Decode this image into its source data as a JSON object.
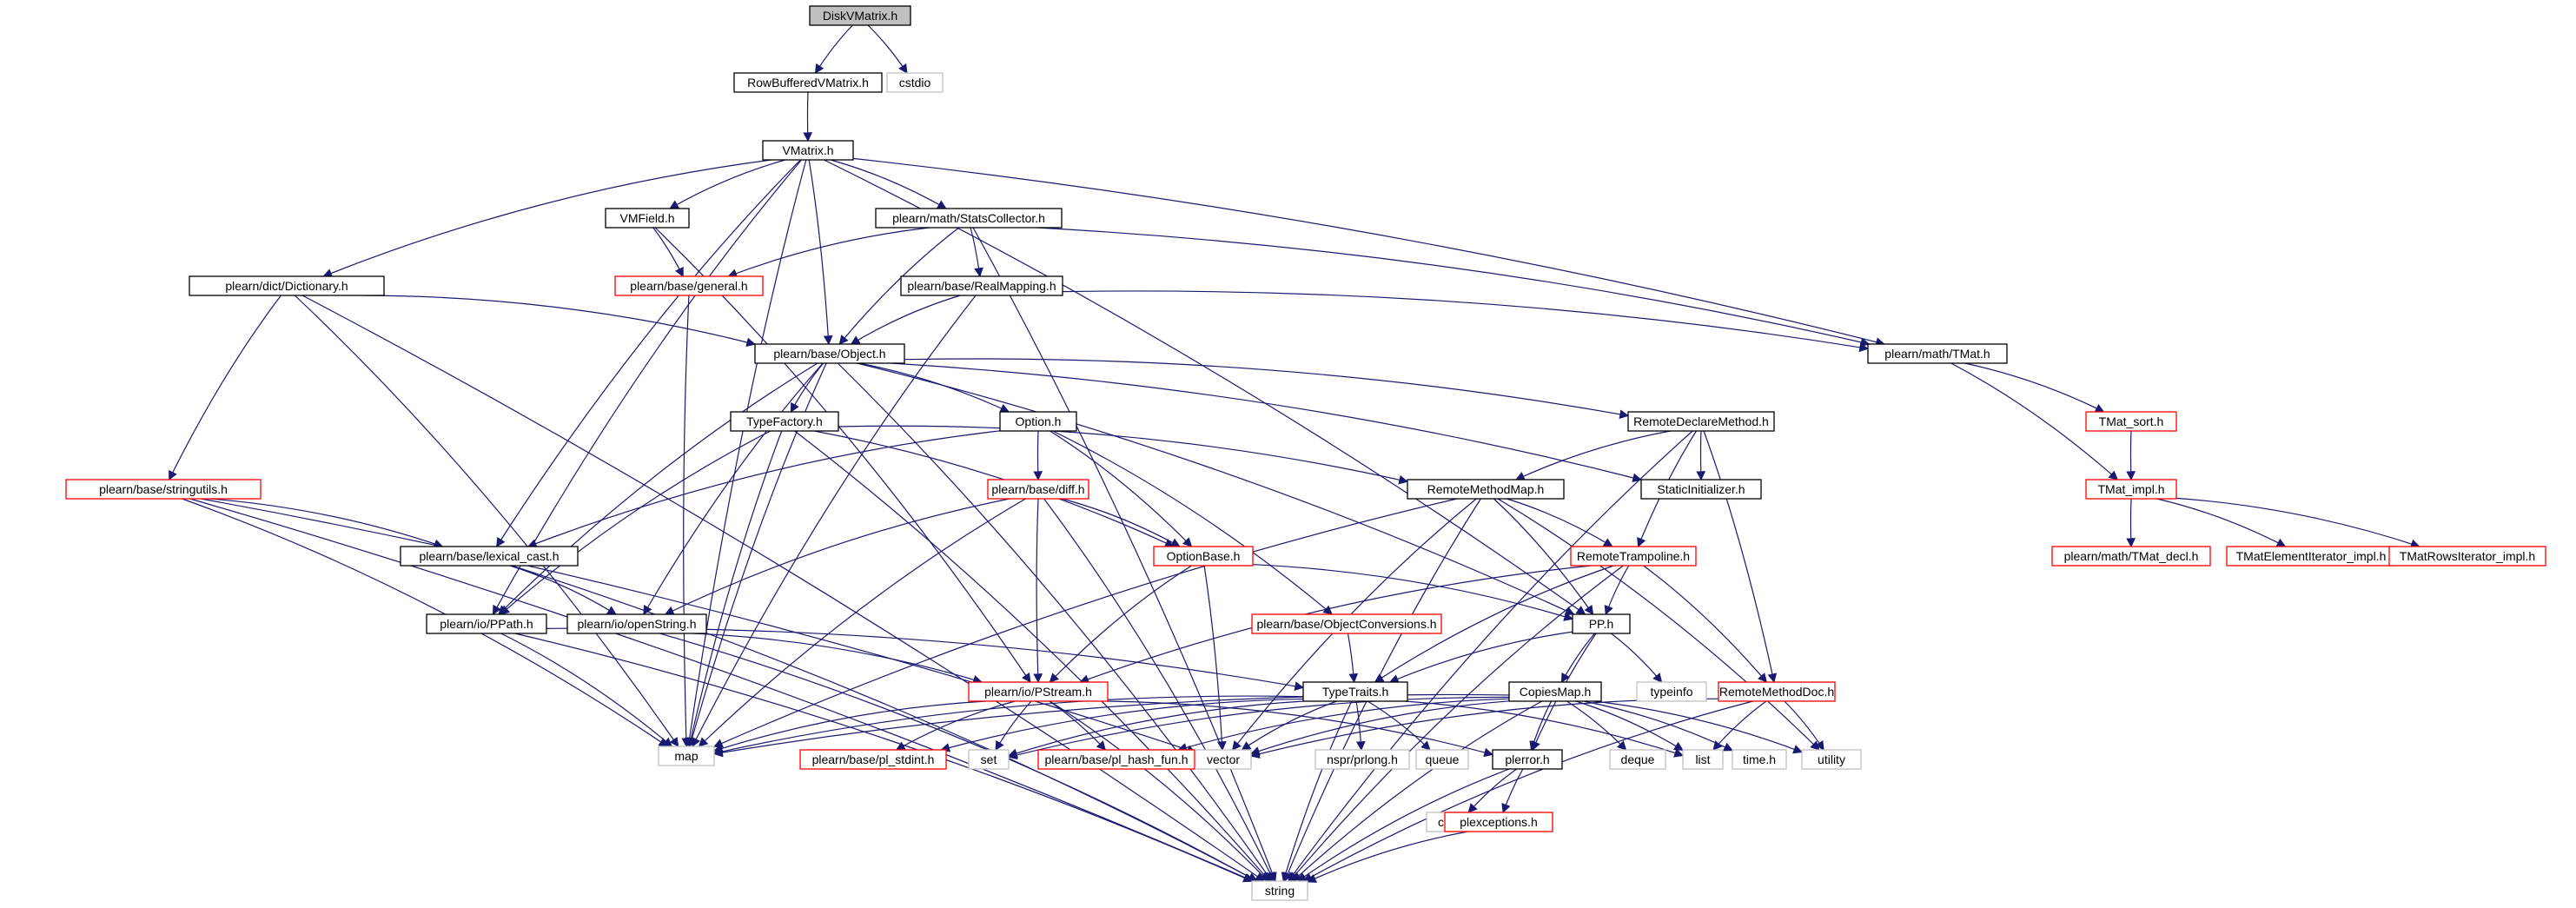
{
  "graph": {
    "title": "DiskVMatrix.h",
    "colors": {
      "edge": "#191970",
      "box_normal": "#000000",
      "box_red": "#ff0000",
      "box_gray": "#bfbfbf",
      "root_fill": "#bfbfbf",
      "box_fill": "#ffffff"
    },
    "nodes": [
      {
        "id": "diskvmatrix",
        "label": "DiskVMatrix.h",
        "kind": "root"
      },
      {
        "id": "rowbuffered",
        "label": "RowBufferedVMatrix.h",
        "kind": "normal"
      },
      {
        "id": "cstdio",
        "label": "cstdio",
        "kind": "system"
      },
      {
        "id": "vmatrix",
        "label": "VMatrix.h",
        "kind": "normal"
      },
      {
        "id": "vmfield",
        "label": "VMField.h",
        "kind": "normal"
      },
      {
        "id": "statscollector",
        "label": "plearn/math/StatsCollector.h",
        "kind": "normal"
      },
      {
        "id": "dictionary",
        "label": "plearn/dict/Dictionary.h",
        "kind": "normal"
      },
      {
        "id": "general",
        "label": "plearn/base/general.h",
        "kind": "red"
      },
      {
        "id": "realmapping",
        "label": "plearn/base/RealMapping.h",
        "kind": "normal"
      },
      {
        "id": "object",
        "label": "plearn/base/Object.h",
        "kind": "normal"
      },
      {
        "id": "tmat",
        "label": "plearn/math/TMat.h",
        "kind": "normal"
      },
      {
        "id": "typefactory",
        "label": "TypeFactory.h",
        "kind": "normal"
      },
      {
        "id": "option",
        "label": "Option.h",
        "kind": "normal"
      },
      {
        "id": "remotedeclare",
        "label": "RemoteDeclareMethod.h",
        "kind": "normal"
      },
      {
        "id": "tmatsort",
        "label": "TMat_sort.h",
        "kind": "red"
      },
      {
        "id": "stringutils",
        "label": "plearn/base/stringutils.h",
        "kind": "red"
      },
      {
        "id": "diff",
        "label": "plearn/base/diff.h",
        "kind": "red"
      },
      {
        "id": "remotemethodmap",
        "label": "RemoteMethodMap.h",
        "kind": "normal"
      },
      {
        "id": "staticinit",
        "label": "StaticInitializer.h",
        "kind": "normal"
      },
      {
        "id": "tmatimpl",
        "label": "TMat_impl.h",
        "kind": "red"
      },
      {
        "id": "lexicalcast",
        "label": "plearn/base/lexical_cast.h",
        "kind": "normal"
      },
      {
        "id": "optionbase",
        "label": "OptionBase.h",
        "kind": "red"
      },
      {
        "id": "remotetramp",
        "label": "RemoteTrampoline.h",
        "kind": "red"
      },
      {
        "id": "tmatdecl",
        "label": "plearn/math/TMat_decl.h",
        "kind": "red"
      },
      {
        "id": "tmatelem",
        "label": "TMatElementIterator_impl.h",
        "kind": "red"
      },
      {
        "id": "tmatrows",
        "label": "TMatRowsIterator_impl.h",
        "kind": "red"
      },
      {
        "id": "ppath",
        "label": "plearn/io/PPath.h",
        "kind": "normal"
      },
      {
        "id": "openstring",
        "label": "plearn/io/openString.h",
        "kind": "normal"
      },
      {
        "id": "objconv",
        "label": "plearn/base/ObjectConversions.h",
        "kind": "red"
      },
      {
        "id": "pph",
        "label": "PP.h",
        "kind": "normal"
      },
      {
        "id": "pstream",
        "label": "plearn/io/PStream.h",
        "kind": "red"
      },
      {
        "id": "typetraits",
        "label": "TypeTraits.h",
        "kind": "normal"
      },
      {
        "id": "copiesmap",
        "label": "CopiesMap.h",
        "kind": "normal"
      },
      {
        "id": "typeinfo",
        "label": "typeinfo",
        "kind": "system"
      },
      {
        "id": "remotemethoddoc",
        "label": "RemoteMethodDoc.h",
        "kind": "red"
      },
      {
        "id": "map",
        "label": "map",
        "kind": "system"
      },
      {
        "id": "plstdint",
        "label": "plearn/base/pl_stdint.h",
        "kind": "red"
      },
      {
        "id": "set",
        "label": "set",
        "kind": "system"
      },
      {
        "id": "plhash",
        "label": "plearn/base/pl_hash_fun.h",
        "kind": "red"
      },
      {
        "id": "vector",
        "label": "vector",
        "kind": "system"
      },
      {
        "id": "nsprprlong",
        "label": "nspr/prlong.h",
        "kind": "system"
      },
      {
        "id": "queue",
        "label": "queue",
        "kind": "system"
      },
      {
        "id": "plerror",
        "label": "plerror.h",
        "kind": "normal"
      },
      {
        "id": "deque",
        "label": "deque",
        "kind": "system"
      },
      {
        "id": "list",
        "label": "list",
        "kind": "system"
      },
      {
        "id": "timeh",
        "label": "time.h",
        "kind": "system"
      },
      {
        "id": "utility",
        "label": "utility",
        "kind": "system"
      },
      {
        "id": "cstdarg",
        "label": "cstdarg",
        "kind": "system"
      },
      {
        "id": "plexceptions",
        "label": "plexceptions.h",
        "kind": "red"
      },
      {
        "id": "string",
        "label": "string",
        "kind": "system"
      }
    ],
    "edges": [
      [
        "diskvmatrix",
        "rowbuffered"
      ],
      [
        "diskvmatrix",
        "cstdio"
      ],
      [
        "rowbuffered",
        "vmatrix"
      ],
      [
        "vmatrix",
        "vmfield"
      ],
      [
        "vmatrix",
        "statscollector"
      ],
      [
        "vmatrix",
        "dictionary"
      ],
      [
        "vmatrix",
        "object"
      ],
      [
        "vmatrix",
        "tmat"
      ],
      [
        "vmatrix",
        "pph"
      ],
      [
        "vmatrix",
        "map"
      ],
      [
        "vmatrix",
        "ppath"
      ],
      [
        "vmatrix",
        "lexicalcast"
      ],
      [
        "vmfield",
        "general"
      ],
      [
        "vmfield",
        "pstream"
      ],
      [
        "statscollector",
        "general"
      ],
      [
        "statscollector",
        "realmapping"
      ],
      [
        "statscollector",
        "object"
      ],
      [
        "statscollector",
        "tmat"
      ],
      [
        "statscollector",
        "string"
      ],
      [
        "dictionary",
        "object"
      ],
      [
        "dictionary",
        "stringutils"
      ],
      [
        "dictionary",
        "map"
      ],
      [
        "dictionary",
        "string"
      ],
      [
        "general",
        "map"
      ],
      [
        "realmapping",
        "object"
      ],
      [
        "realmapping",
        "tmat"
      ],
      [
        "realmapping",
        "map"
      ],
      [
        "object",
        "typefactory"
      ],
      [
        "object",
        "option"
      ],
      [
        "object",
        "remotedeclare"
      ],
      [
        "object",
        "staticinit"
      ],
      [
        "object",
        "ppath"
      ],
      [
        "object",
        "openstring"
      ],
      [
        "object",
        "map"
      ],
      [
        "object",
        "pph"
      ],
      [
        "object",
        "string"
      ],
      [
        "tmat",
        "tmatsort"
      ],
      [
        "tmat",
        "tmatimpl"
      ],
      [
        "tmatsort",
        "tmatimpl"
      ],
      [
        "tmatimpl",
        "tmatdecl"
      ],
      [
        "tmatimpl",
        "tmatelem"
      ],
      [
        "tmatimpl",
        "tmatrows"
      ],
      [
        "typefactory",
        "remotemethodmap"
      ],
      [
        "typefactory",
        "optionbase"
      ],
      [
        "typefactory",
        "ppath"
      ],
      [
        "typefactory",
        "map"
      ],
      [
        "typefactory",
        "string"
      ],
      [
        "option",
        "diff"
      ],
      [
        "option",
        "optionbase"
      ],
      [
        "option",
        "objconv"
      ],
      [
        "option",
        "lexicalcast"
      ],
      [
        "remotedeclare",
        "remotemethodmap"
      ],
      [
        "remotedeclare",
        "staticinit"
      ],
      [
        "remotedeclare",
        "remotetramp"
      ],
      [
        "remotedeclare",
        "remotemethoddoc"
      ],
      [
        "remotedeclare",
        "string"
      ],
      [
        "stringutils",
        "lexicalcast"
      ],
      [
        "stringutils",
        "vector"
      ],
      [
        "stringutils",
        "map"
      ],
      [
        "stringutils",
        "string"
      ],
      [
        "diff",
        "optionbase"
      ],
      [
        "diff",
        "openstring"
      ],
      [
        "diff",
        "pstream"
      ],
      [
        "diff",
        "map"
      ],
      [
        "diff",
        "string"
      ],
      [
        "remotemethodmap",
        "remotetramp"
      ],
      [
        "remotemethodmap",
        "pph"
      ],
      [
        "remotemethodmap",
        "map"
      ],
      [
        "remotemethodmap",
        "vector"
      ],
      [
        "remotemethodmap",
        "utility"
      ],
      [
        "remotemethodmap",
        "string"
      ],
      [
        "lexicalcast",
        "openstring"
      ],
      [
        "lexicalcast",
        "string"
      ],
      [
        "optionbase",
        "pph"
      ],
      [
        "optionbase",
        "pstream"
      ],
      [
        "optionbase",
        "vector"
      ],
      [
        "remotetramp",
        "pph"
      ],
      [
        "remotetramp",
        "remotemethoddoc"
      ],
      [
        "remotetramp",
        "pstream"
      ],
      [
        "remotetramp",
        "typetraits"
      ],
      [
        "remotetramp",
        "string"
      ],
      [
        "ppath",
        "map"
      ],
      [
        "ppath",
        "typetraits"
      ],
      [
        "ppath",
        "string"
      ],
      [
        "openstring",
        "pstream"
      ],
      [
        "openstring",
        "string"
      ],
      [
        "objconv",
        "typetraits"
      ],
      [
        "pph",
        "copiesmap"
      ],
      [
        "pph",
        "typeinfo"
      ],
      [
        "pph",
        "plerror"
      ],
      [
        "pph",
        "typetraits"
      ],
      [
        "pstream",
        "map"
      ],
      [
        "pstream",
        "plstdint"
      ],
      [
        "pstream",
        "set"
      ],
      [
        "pstream",
        "plhash"
      ],
      [
        "pstream",
        "plerror"
      ],
      [
        "pstream",
        "string"
      ],
      [
        "typetraits",
        "map"
      ],
      [
        "typetraits",
        "set"
      ],
      [
        "typetraits",
        "vector"
      ],
      [
        "typetraits",
        "nsprprlong"
      ],
      [
        "typetraits",
        "queue"
      ],
      [
        "typetraits",
        "list"
      ],
      [
        "typetraits",
        "plstdint"
      ],
      [
        "typetraits",
        "string"
      ],
      [
        "copiesmap",
        "map"
      ],
      [
        "copiesmap",
        "set"
      ],
      [
        "copiesmap",
        "plhash"
      ],
      [
        "copiesmap",
        "vector"
      ],
      [
        "copiesmap",
        "deque"
      ],
      [
        "copiesmap",
        "list"
      ],
      [
        "copiesmap",
        "timeh"
      ],
      [
        "copiesmap",
        "utility"
      ],
      [
        "copiesmap",
        "plerror"
      ],
      [
        "copiesmap",
        "string"
      ],
      [
        "remotemethoddoc",
        "list"
      ],
      [
        "remotemethoddoc",
        "utility"
      ],
      [
        "remotemethoddoc",
        "vector"
      ],
      [
        "remotemethoddoc",
        "string"
      ],
      [
        "plerror",
        "cstdarg"
      ],
      [
        "plerror",
        "plexceptions"
      ],
      [
        "plerror",
        "string"
      ],
      [
        "plexceptions",
        "string"
      ]
    ]
  }
}
